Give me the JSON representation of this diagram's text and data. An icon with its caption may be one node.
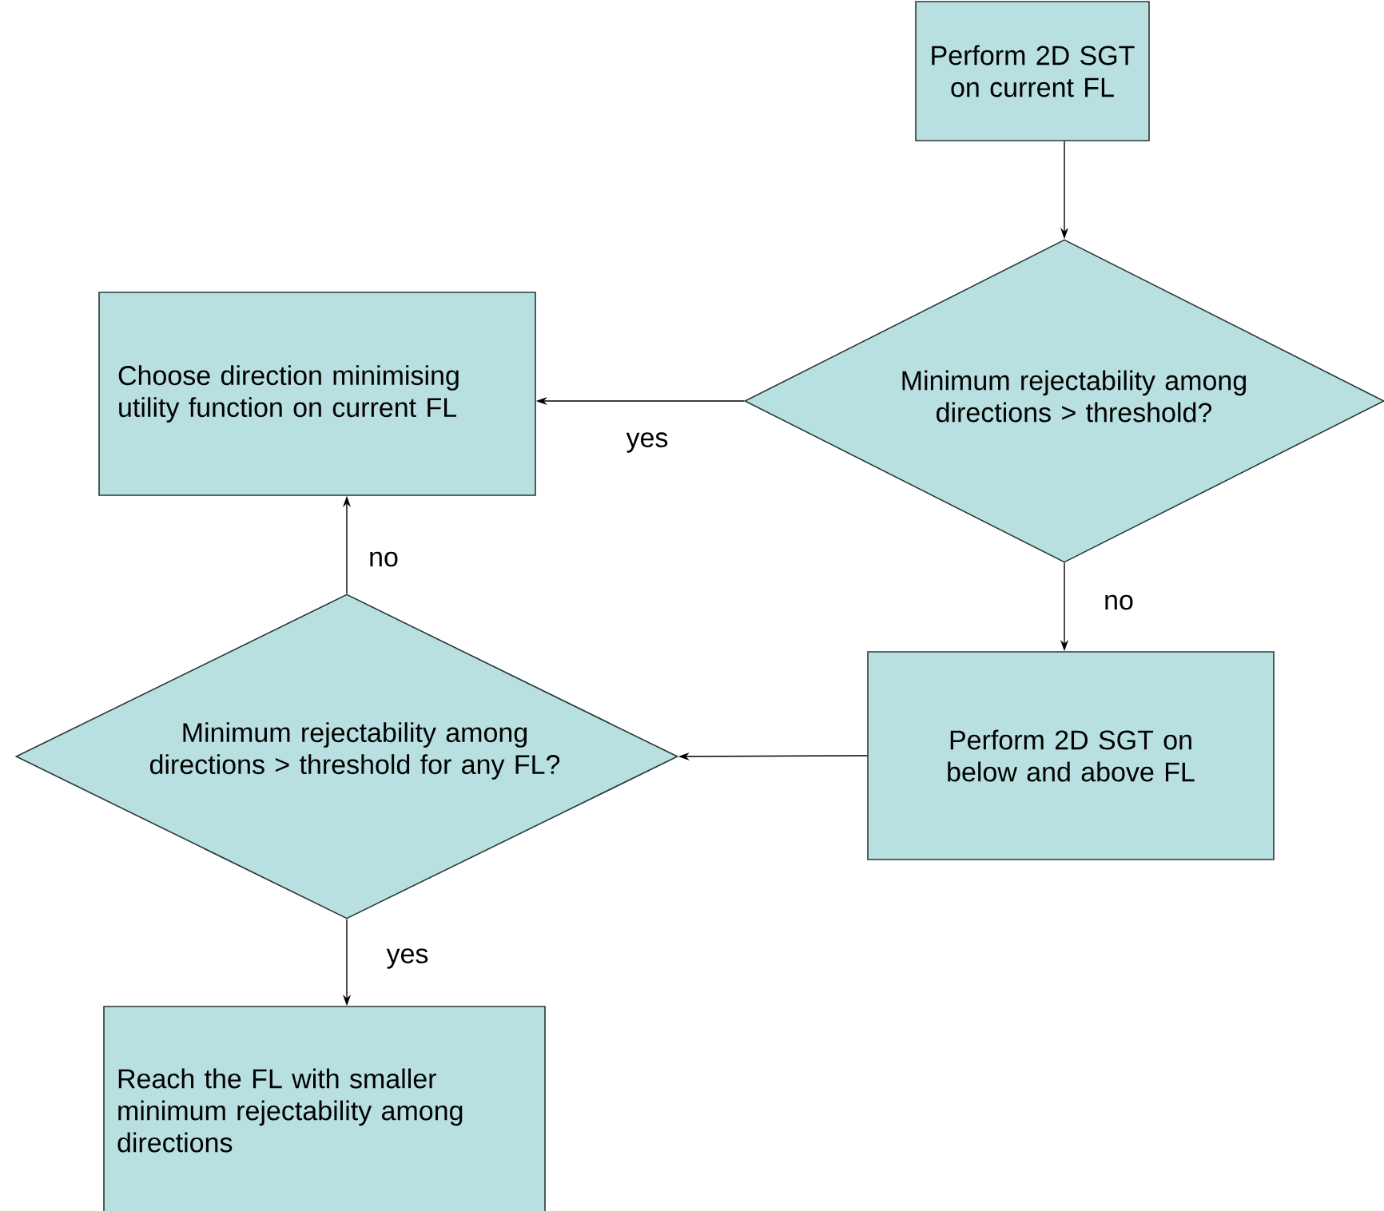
{
  "diagram": {
    "nodes": [
      {
        "text": [
          "Perform 2D SGT on current FL"
        ]
      },
      {
        "text": [
          "Minimum rejectability among directions > threshold?"
        ]
      },
      {
        "text": [
          "Choose direction minimising utility function on current FL"
        ]
      },
      {
        "text": [
          "Perform 2D SGT on below and above FL"
        ]
      },
      {
        "text": [
          "Minimum rejectability among directions > threshold for any FL?"
        ]
      },
      {
        "text": [
          "Reach the FL with smaller minimum rejectability among directions"
        ]
      }
    ],
    "edges": [
      {
        "from": 0,
        "to": 1,
        "arrow": "to"
      },
      {
        "from": 1,
        "to": 2,
        "arrow": "to",
        "label": "yes"
      },
      {
        "from": 1,
        "to": 3,
        "arrow": "to",
        "label": "no"
      },
      {
        "from": 3,
        "to": 4,
        "arrow": "to"
      },
      {
        "from": 4,
        "to": 2,
        "arrow": "to",
        "label": "no"
      },
      {
        "from": 4,
        "to": 5,
        "arrow": "to",
        "label": "yes"
      }
    ]
  }
}
